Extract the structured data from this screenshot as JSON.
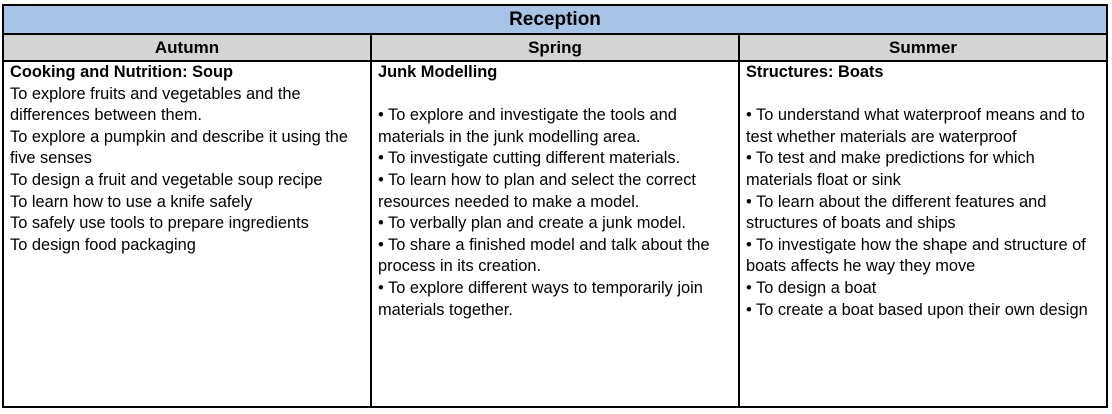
{
  "title": "Reception",
  "columns": [
    {
      "header": "Autumn",
      "topic": "Cooking and Nutrition: Soup",
      "blank_after_topic": false,
      "items": [
        "To explore fruits and vegetables and the differences between them.",
        "To explore a pumpkin and describe it using the five senses",
        "To design a fruit and vegetable soup recipe",
        "To learn how to use a knife safely",
        "To safely use tools to prepare ingredients",
        "To design food packaging"
      ]
    },
    {
      "header": "Spring",
      "topic": "Junk Modelling",
      "blank_after_topic": true,
      "items": [
        "• To explore and investigate the tools and materials in the junk modelling area.",
        "• To investigate cutting different materials.",
        "• To learn how to plan and select the correct resources needed to make a model.",
        "• To verbally plan and create a junk model.",
        "• To share a finished model and talk about the process in its creation.",
        "• To explore different ways to temporarily join materials together."
      ]
    },
    {
      "header": "Summer",
      "topic": "Structures: Boats",
      "blank_after_topic": true,
      "items": [
        "• To understand what waterproof means and to test whether materials are waterproof",
        "• To test and make predictions for which materials float or sink",
        "• To learn about the different features and structures of boats and ships",
        "• To investigate how the shape and structure of boats affects he way they move",
        "• To design a boat",
        "• To create a boat based upon their own design"
      ]
    }
  ]
}
